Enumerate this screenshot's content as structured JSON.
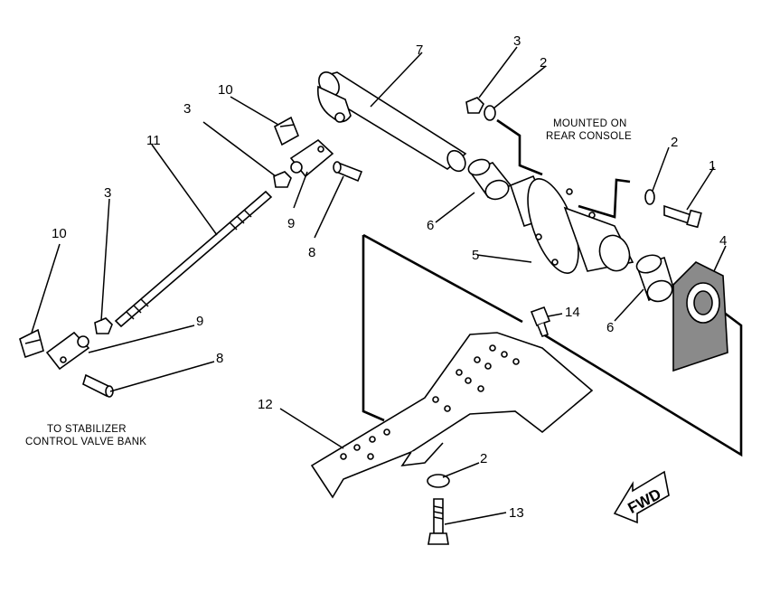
{
  "callouts": {
    "c1": "1",
    "c2a": "2",
    "c2b": "2",
    "c2c": "2",
    "c3a": "3",
    "c3b": "3",
    "c3c": "3",
    "c4": "4",
    "c5": "5",
    "c6a": "6",
    "c6b": "6",
    "c7": "7",
    "c8a": "8",
    "c8b": "8",
    "c9a": "9",
    "c9b": "9",
    "c10a": "10",
    "c10b": "10",
    "c11": "11",
    "c12": "12",
    "c13": "13",
    "c14": "14"
  },
  "notes": {
    "rear_console_1": "MOUNTED ON",
    "rear_console_2": "REAR CONSOLE",
    "stabilizer_1": "TO STABILIZER",
    "stabilizer_2": "CONTROL VALVE BANK"
  },
  "fwd_label": "FWD"
}
